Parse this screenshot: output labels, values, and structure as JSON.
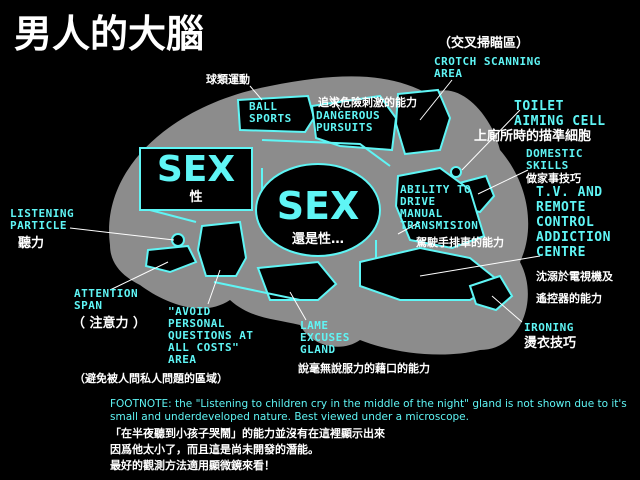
{
  "title": "男人的大腦",
  "crotch_cn": "（交叉掃瞄區）",
  "crotch_en": "CROTCH SCANNING\nAREA",
  "ball_cn": "球類運動",
  "ball_en": "BALL\nSPORTS",
  "danger_cn": "追求危險刺激的能力",
  "danger_en": "DANGEROUS\nPURSUITS",
  "toilet_en": "TOILET\nAIMING CELL",
  "toilet_cn": "上廁所時的描準細胞",
  "domestic_en": "DOMESTIC\nSKILLS",
  "domestic_cn": "做家事技巧",
  "sex1_en": "SEX",
  "sex1_cn": "性",
  "sex2_en": "SEX",
  "sex2_cn": "還是性…",
  "drive_en": "ABILITY TO\nDRIVE\nMANUAL\nTRANSMISION",
  "drive_cn": "駕駛手排車的能力",
  "tv_en": "T.V. AND\nREMOTE\nCONTROL\nADDICTION\nCENTRE",
  "tv_cn": "沈溺於電視機及\n遙控器的能力",
  "listen_en": "LISTENING\nPARTICLE",
  "listen_cn": "聽力",
  "attention_en": "ATTENTION\nSPAN",
  "attention_cn": "（ 注意力 ）",
  "avoid_en": "\"AVOID\nPERSONAL\nQUESTIONS AT\nALL COSTS\"\nAREA",
  "avoid_cn": "（避免被人問私人問題的區域）",
  "lame_en": "LAME\nEXCUSES\nGLAND",
  "lame_cn": "說毫無說服力的藉口的能力",
  "ironing_en": "IRONING",
  "ironing_cn": "燙衣技巧",
  "footnote_en": "FOOTNOTE: the \"Listening to children cry in the middle of the night\" gland is not shown due to it's small and underdeveloped nature.  Best viewed under a microscope.",
  "footnote_cn1": "「在半夜聽到小孩子哭鬧」的能力並沒有在這裡顯示出來",
  "footnote_cn2": "因爲他太小了，而且這是尚未開發的潛能。",
  "footnote_cn3": "最好的觀測方法適用顯微鏡來看！",
  "colors": {
    "brain": "#8c8c8c",
    "region_fill": "#000000",
    "region_stroke": "#5ff5f5",
    "label_cyan": "#5ff5f5",
    "text_white": "#ffffff"
  }
}
